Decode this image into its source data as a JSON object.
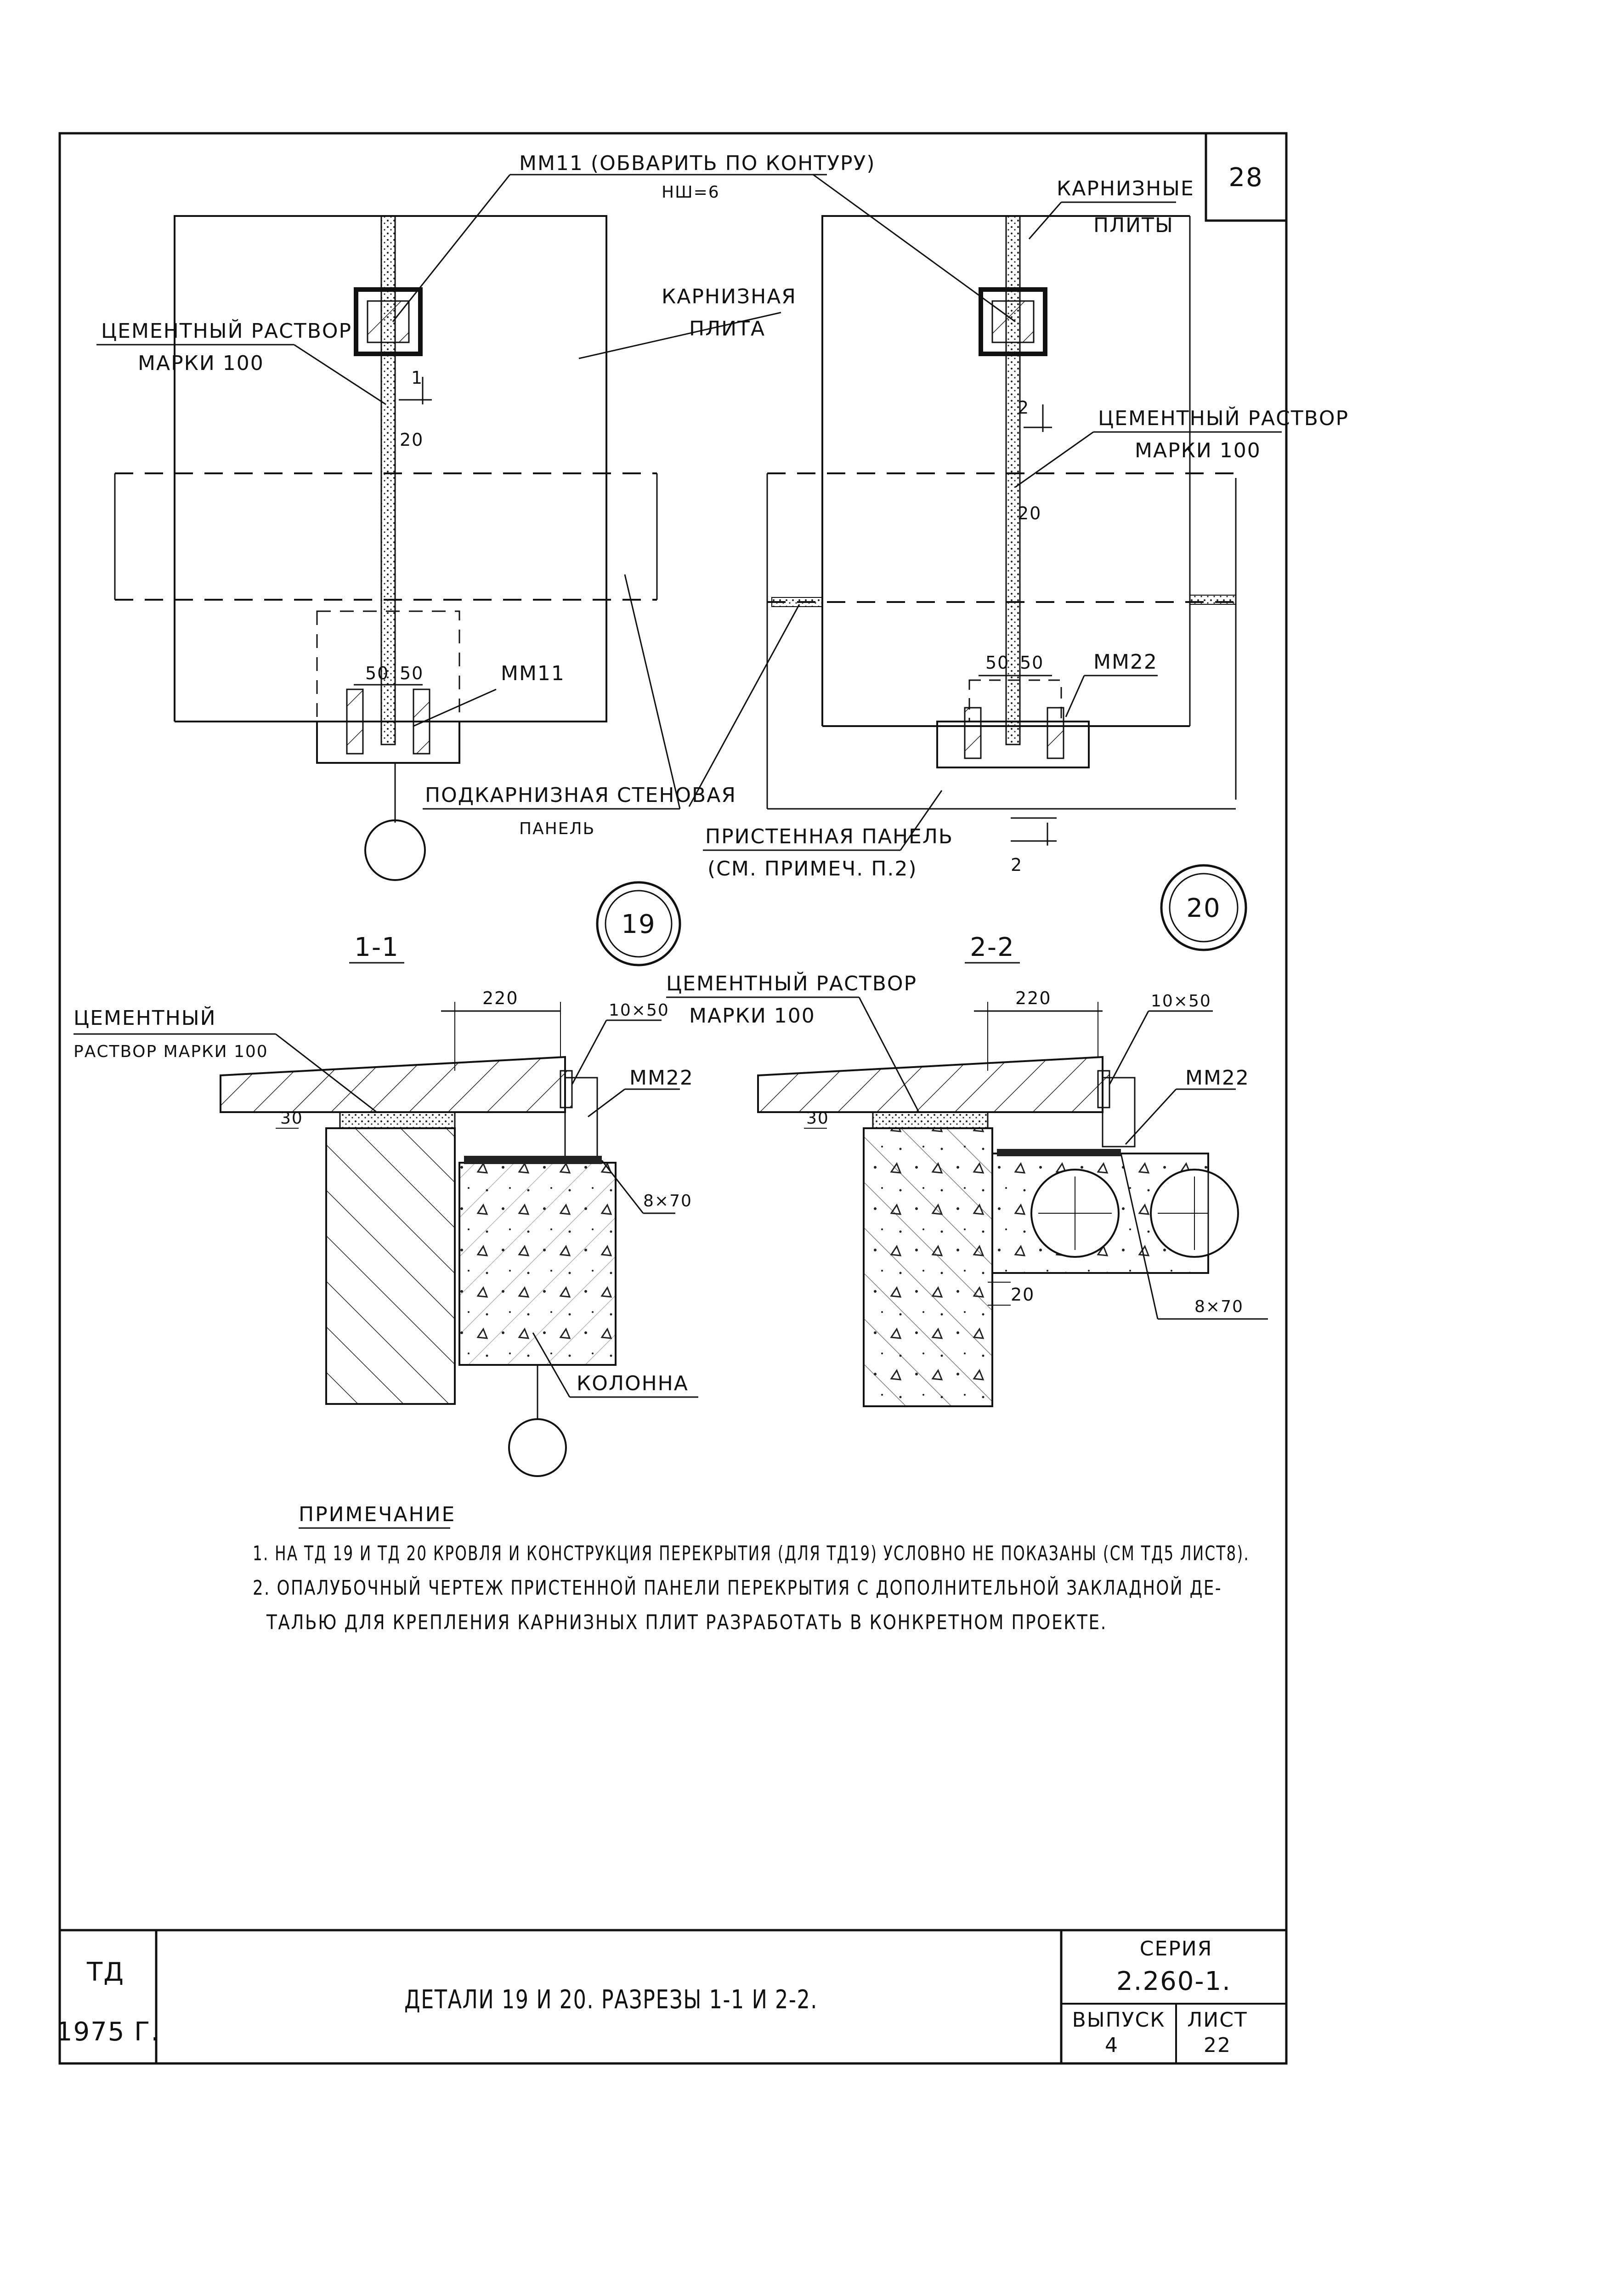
{
  "sheet_number": "28",
  "detail_19": {
    "mm11_label": "ММ11 (обварить по контуру)",
    "weld_size": "hш=6",
    "cornice_slab": [
      "Карнизная",
      "плита"
    ],
    "mortar": [
      "Цементный раствор",
      "марки 100"
    ],
    "dim_1": "1",
    "dim_20": "20",
    "dim_50a": "50",
    "dim_50b": "50",
    "mm11_bottom": "ММ11",
    "wall_panel": [
      "Подкарнизная стеновая",
      "панель"
    ],
    "detail_no": "19"
  },
  "detail_20": {
    "cornice_slabs": [
      "Карнизные",
      "плиты"
    ],
    "mortar": [
      "Цементный раствор",
      "марки 100"
    ],
    "dim_2": "2",
    "dim_20": "20",
    "dim_50a": "50",
    "dim_50b": "50",
    "mm22": "ММ22",
    "wall_panel": [
      "Пристенная панель",
      "(см. примеч. п.2)"
    ],
    "dim_2b": "2",
    "detail_no": "20"
  },
  "section_1": {
    "title": "1-1",
    "dim_220": "220",
    "mortar": [
      "Цементный",
      "раствор марки 100"
    ],
    "weld_10x50": "10×50",
    "mm22": "ММ22",
    "dim_30": "30",
    "weld_8x70": "8×70",
    "column": "Колонна"
  },
  "section_2": {
    "title": "2-2",
    "dim_220": "220",
    "mortar": [
      "Цементный раствор",
      "марки 100"
    ],
    "weld_10x50": "10×50",
    "mm22": "ММ22",
    "dim_30": "30",
    "dim_20": "20",
    "weld_8x70": "8×70"
  },
  "notes": {
    "heading": "Примечание",
    "line1": "1. На ТД 19 и ТД 20 кровля и конструкция перекрытия (для ТД19) условно не показаны (см ТД5 лист8).",
    "line2": "2. Опалубочный чертеж пристенной панели перекрытия с дополнительной закладной де-",
    "line3": "талью для крепления карнизных плит разработать в конкретном проекте."
  },
  "title_block": {
    "org": "ТД",
    "year": "1975 г.",
    "title": "Детали 19 и 20. Разрезы 1-1 и 2-2.",
    "series_label": "Серия",
    "series_value": "2.260-1.",
    "issue_label": "Выпуск",
    "issue_value": "4",
    "sheet_label": "Лист",
    "sheet_value": "22"
  }
}
